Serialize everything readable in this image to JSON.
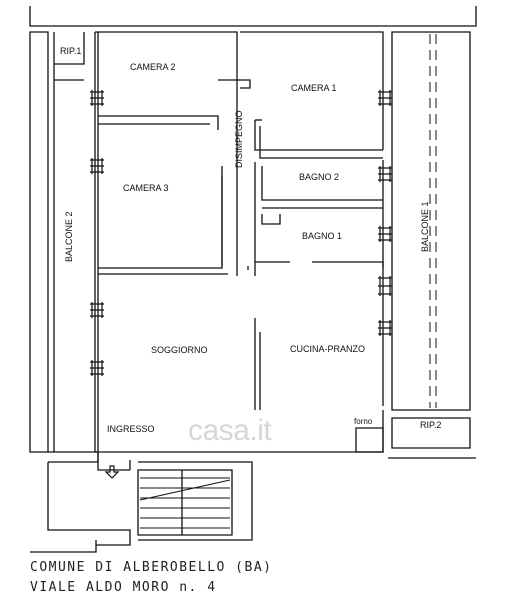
{
  "rooms": {
    "rip1": "RIP.1",
    "camera2": "CAMERA 2",
    "camera1": "CAMERA 1",
    "disimpegno": "DISIMPEGNO",
    "camera3": "CAMERA 3",
    "bagno2": "BAGNO 2",
    "bagno1": "BAGNO 1",
    "balcone2": "BALCONE 2",
    "balcone1": "BALCONE 1",
    "soggiorno": "SOGGIORNO",
    "cucina": "CUCINA-PRANZO",
    "forno": "forno",
    "ingresso": "INGRESSO",
    "rip2": "RIP.2"
  },
  "caption": {
    "line1": "COMUNE DI ALBEROBELLO (BA)",
    "line2": "VIALE ALDO MORO n. 4"
  },
  "watermark": "casa.it"
}
